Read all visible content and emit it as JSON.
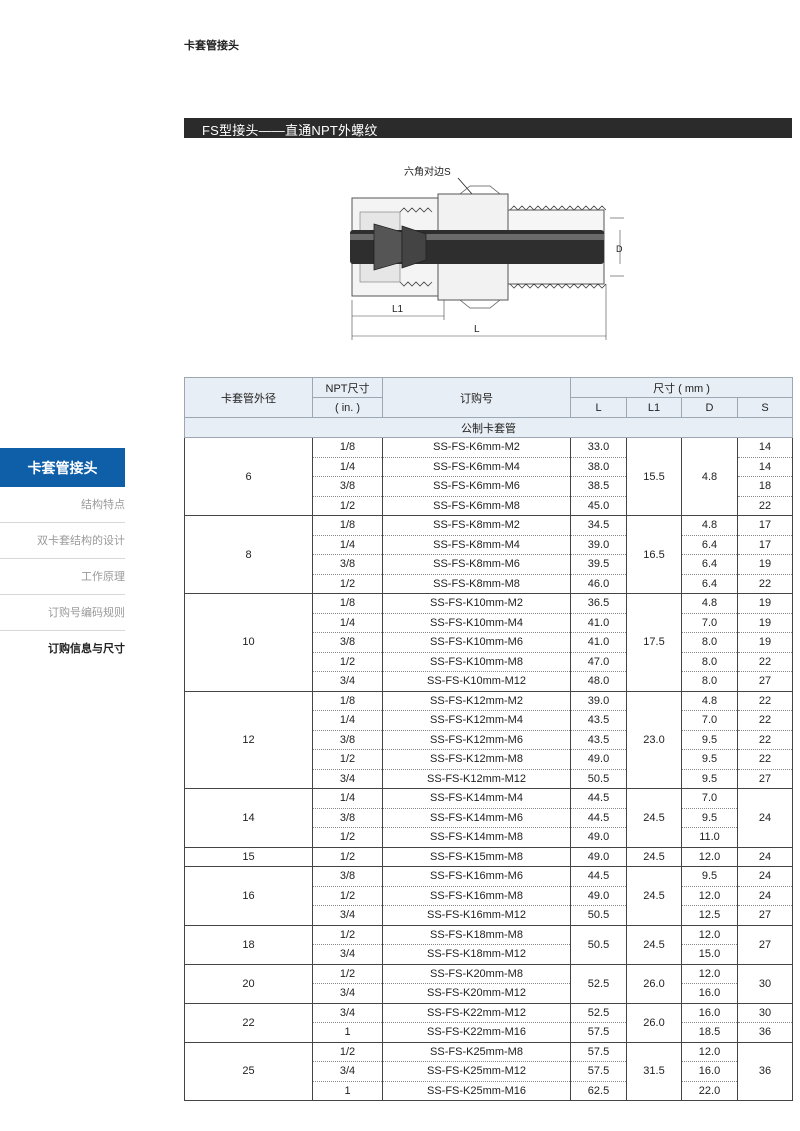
{
  "page_label": "卡套管接头",
  "title": "FS型接头——直通NPT外螺纹",
  "diagram": {
    "label_s": "六角对边S",
    "label_d": "D",
    "label_l1": "L1",
    "label_l": "L"
  },
  "sidebar": {
    "active": "卡套管接头",
    "items": [
      "结构特点",
      "双卡套结构的设计",
      "工作原理",
      "订购号编码规则",
      "订购信息与尺寸"
    ]
  },
  "table": {
    "h_od": "卡套管外径",
    "h_npt1": "NPT尺寸",
    "h_npt2": "( in. )",
    "h_order": "订购号",
    "h_dims": "尺寸 ( mm )",
    "h_L": "L",
    "h_L1": "L1",
    "h_D": "D",
    "h_S": "S",
    "section": "公制卡套管"
  },
  "groups": [
    {
      "od": "6",
      "l1": "15.5",
      "d_merged": "4.8",
      "rows": [
        {
          "npt": "1/8",
          "order": "SS-FS-K6mm-M2",
          "L": "33.0",
          "S": "14"
        },
        {
          "npt": "1/4",
          "order": "SS-FS-K6mm-M4",
          "L": "38.0",
          "S": "14"
        },
        {
          "npt": "3/8",
          "order": "SS-FS-K6mm-M6",
          "L": "38.5",
          "S": "18"
        },
        {
          "npt": "1/2",
          "order": "SS-FS-K6mm-M8",
          "L": "45.0",
          "S": "22"
        }
      ]
    },
    {
      "od": "8",
      "l1": "16.5",
      "rows": [
        {
          "npt": "1/8",
          "order": "SS-FS-K8mm-M2",
          "L": "34.5",
          "D": "4.8",
          "S": "17"
        },
        {
          "npt": "1/4",
          "order": "SS-FS-K8mm-M4",
          "L": "39.0",
          "D": "6.4",
          "S": "17"
        },
        {
          "npt": "3/8",
          "order": "SS-FS-K8mm-M6",
          "L": "39.5",
          "D": "6.4",
          "S": "19"
        },
        {
          "npt": "1/2",
          "order": "SS-FS-K8mm-M8",
          "L": "46.0",
          "D": "6.4",
          "S": "22"
        }
      ]
    },
    {
      "od": "10",
      "l1": "17.5",
      "rows": [
        {
          "npt": "1/8",
          "order": "SS-FS-K10mm-M2",
          "L": "36.5",
          "D": "4.8",
          "S": "19"
        },
        {
          "npt": "1/4",
          "order": "SS-FS-K10mm-M4",
          "L": "41.0",
          "D": "7.0",
          "S": "19"
        },
        {
          "npt": "3/8",
          "order": "SS-FS-K10mm-M6",
          "L": "41.0",
          "D": "8.0",
          "S": "19"
        },
        {
          "npt": "1/2",
          "order": "SS-FS-K10mm-M8",
          "L": "47.0",
          "D": "8.0",
          "S": "22"
        },
        {
          "npt": "3/4",
          "order": "SS-FS-K10mm-M12",
          "L": "48.0",
          "D": "8.0",
          "S": "27"
        }
      ]
    },
    {
      "od": "12",
      "l1": "23.0",
      "rows": [
        {
          "npt": "1/8",
          "order": "SS-FS-K12mm-M2",
          "L": "39.0",
          "D": "4.8",
          "S": "22"
        },
        {
          "npt": "1/4",
          "order": "SS-FS-K12mm-M4",
          "L": "43.5",
          "D": "7.0",
          "S": "22"
        },
        {
          "npt": "3/8",
          "order": "SS-FS-K12mm-M6",
          "L": "43.5",
          "D": "9.5",
          "S": "22"
        },
        {
          "npt": "1/2",
          "order": "SS-FS-K12mm-M8",
          "L": "49.0",
          "D": "9.5",
          "S": "22"
        },
        {
          "npt": "3/4",
          "order": "SS-FS-K12mm-M12",
          "L": "50.5",
          "D": "9.5",
          "S": "27"
        }
      ]
    },
    {
      "od": "14",
      "l1": "24.5",
      "s_merged": "24",
      "rows": [
        {
          "npt": "1/4",
          "order": "SS-FS-K14mm-M4",
          "L": "44.5",
          "D": "7.0"
        },
        {
          "npt": "3/8",
          "order": "SS-FS-K14mm-M6",
          "L": "44.5",
          "D": "9.5"
        },
        {
          "npt": "1/2",
          "order": "SS-FS-K14mm-M8",
          "L": "49.0",
          "D": "11.0"
        }
      ]
    },
    {
      "od": "15",
      "l1": "24.5",
      "rows": [
        {
          "npt": "1/2",
          "order": "SS-FS-K15mm-M8",
          "L": "49.0",
          "D": "12.0",
          "S": "24"
        }
      ]
    },
    {
      "od": "16",
      "l1": "24.5",
      "rows": [
        {
          "npt": "3/8",
          "order": "SS-FS-K16mm-M6",
          "L": "44.5",
          "D": "9.5",
          "S": "24"
        },
        {
          "npt": "1/2",
          "order": "SS-FS-K16mm-M8",
          "L": "49.0",
          "D": "12.0",
          "S": "24"
        },
        {
          "npt": "3/4",
          "order": "SS-FS-K16mm-M12",
          "L": "50.5",
          "D": "12.5",
          "S": "27"
        }
      ]
    },
    {
      "od": "18",
      "l1": "24.5",
      "L_merged": "50.5",
      "s_merged": "27",
      "rows": [
        {
          "npt": "1/2",
          "order": "SS-FS-K18mm-M8",
          "D": "12.0"
        },
        {
          "npt": "3/4",
          "order": "SS-FS-K18mm-M12",
          "D": "15.0"
        }
      ]
    },
    {
      "od": "20",
      "l1": "26.0",
      "L_merged": "52.5",
      "s_merged": "30",
      "rows": [
        {
          "npt": "1/2",
          "order": "SS-FS-K20mm-M8",
          "D": "12.0"
        },
        {
          "npt": "3/4",
          "order": "SS-FS-K20mm-M12",
          "D": "16.0"
        }
      ]
    },
    {
      "od": "22",
      "l1": "26.0",
      "rows": [
        {
          "npt": "3/4",
          "order": "SS-FS-K22mm-M12",
          "L": "52.5",
          "D": "16.0",
          "S": "30"
        },
        {
          "npt": "1",
          "order": "SS-FS-K22mm-M16",
          "L": "57.5",
          "D": "18.5",
          "S": "36"
        }
      ]
    },
    {
      "od": "25",
      "l1": "31.5",
      "s_merged": "36",
      "rows": [
        {
          "npt": "1/2",
          "order": "SS-FS-K25mm-M8",
          "L": "57.5",
          "D": "12.0"
        },
        {
          "npt": "3/4",
          "order": "SS-FS-K25mm-M12",
          "L": "57.5",
          "D": "16.0"
        },
        {
          "npt": "1",
          "order": "SS-FS-K25mm-M16",
          "L": "62.5",
          "D": "22.0"
        }
      ]
    }
  ]
}
